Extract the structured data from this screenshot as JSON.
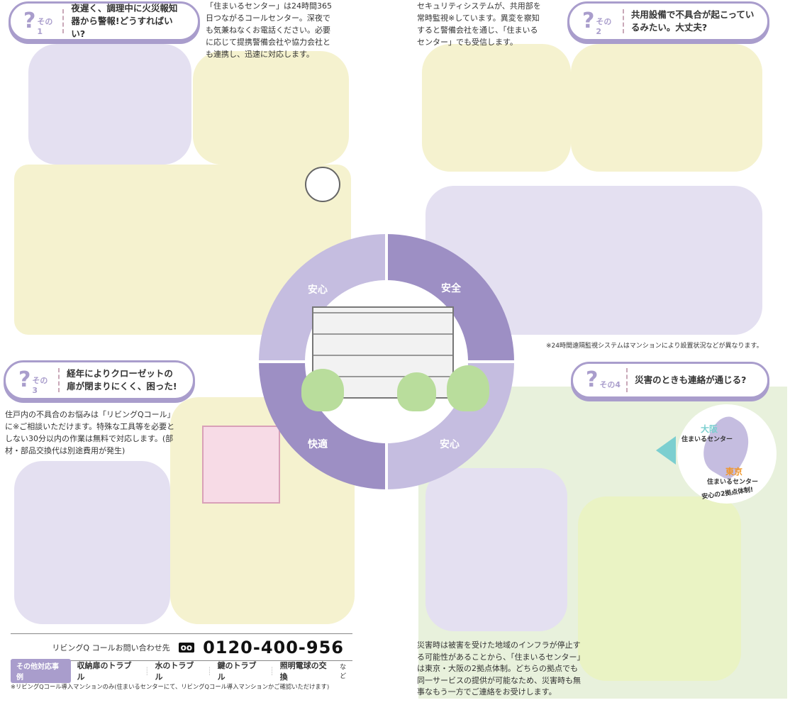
{
  "case1": {
    "number": "その1",
    "question": "夜遅く、調理中に火災報知器から警報!どうすればいい?",
    "description": "「住まいるセンター」は24時間365日つながるコールセンター。深夜でも気兼ねなくお電話ください。必要に応じて提携警備会社や協力会社とも連携し、迅速に対応します。"
  },
  "case2": {
    "number": "その2",
    "question": "共用設備で不具合が起こっているみたい。大丈夫?",
    "description": "セキュリティシステムが、共用部を常時監視※しています。異変を察知すると警備会社を通じ、「住まいるセンター」でも受信します。",
    "note": "※24時間遠隔監視システムはマンションにより設置状況などが異なります。"
  },
  "case3": {
    "number": "その3",
    "question": "経年によりクローゼットの扉が閉まりにくく、困った!",
    "description": "住戸内の不具合のお悩みは「リビングQコール」に※ご相談いただけます。特殊な工具等を必要としない30分以内の作業は無料で対応します。(部材・部品交換代は別途費用が発生)"
  },
  "case4": {
    "number": "その4",
    "question": "災害のときも連絡が通じる?",
    "description": "災害時は被害を受けた地域のインフラが停止する可能性があることから、「住まいるセンター」は東京・大阪の2拠点体制。どちらの拠点でも同一サービスの提供が可能なため、災害時も無事なもう一方でご連絡をお受けします。",
    "map": {
      "osaka": "大阪",
      "osaka_center": "住まいるセンター",
      "tokyo": "東京",
      "tokyo_center": "住まいるセンター",
      "tagline": "安心の2拠点体制!"
    }
  },
  "ring": {
    "top_left": "安心",
    "top_right": "安全",
    "bottom_left": "快適",
    "bottom_right": "安心"
  },
  "contact": {
    "label": "リビングQ コールお問い合わせ先",
    "phone": "0120-400-956",
    "other_label": "その他対応事例",
    "examples": [
      "収納扉のトラブル",
      "水のトラブル",
      "鍵のトラブル",
      "照明電球の交換"
    ],
    "etc": "など",
    "footnote": "※リビングQコール導入マンションのみ(住まいるセンターにて、リビングQコール導入マンションかご確認いただけます)"
  },
  "colors": {
    "lavender": "#a99dcc",
    "ring_light": "#c5bde0",
    "ring_dark": "#9d8fc4",
    "teal": "#7ccfd0",
    "orange": "#f0962a"
  }
}
